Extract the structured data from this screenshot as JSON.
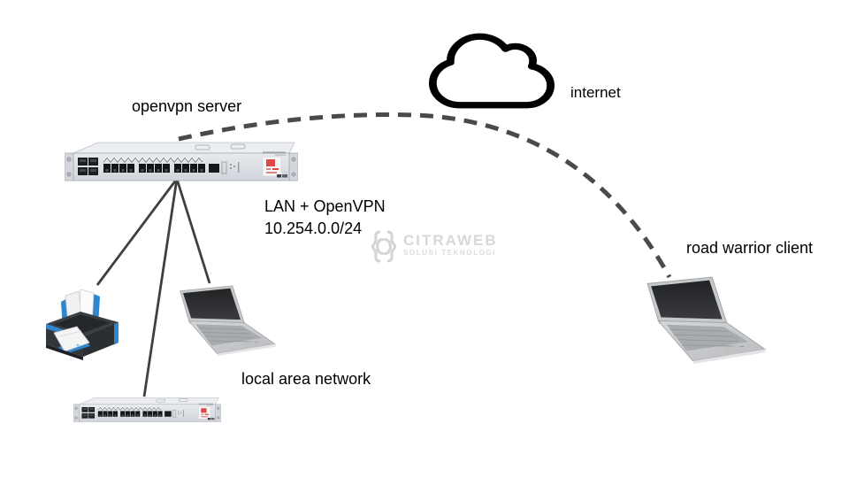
{
  "labels": {
    "openvpn_server": "openvpn server",
    "internet": "internet",
    "lan_line1": "LAN + OpenVPN",
    "lan_line2": "10.254.0.0/24",
    "local_area_network": "local area network",
    "road_warrior_client": "road warrior client"
  },
  "watermark": {
    "brand": "CITRAWEB",
    "tagline": "SOLUSI TEKNOLOGI"
  },
  "colors": {
    "connection_line": "#4a4a4a",
    "cloud_outline": "#000000",
    "router_body": "#dfe2e7",
    "printer_accent": "#2f86cf",
    "watermark_text": "#d8d8d8"
  },
  "nodes": [
    {
      "id": "internet",
      "type": "cloud",
      "label": "internet"
    },
    {
      "id": "openvpn-server",
      "type": "router",
      "label": "openvpn server"
    },
    {
      "id": "lan-switch",
      "type": "switch",
      "label": "local area network"
    },
    {
      "id": "printer",
      "type": "printer",
      "label": ""
    },
    {
      "id": "lan-laptop",
      "type": "laptop",
      "label": ""
    },
    {
      "id": "road-warrior",
      "type": "laptop",
      "label": "road warrior client"
    }
  ],
  "links": [
    {
      "from": "openvpn-server",
      "to": "internet",
      "style": "dashed"
    },
    {
      "from": "internet",
      "to": "road-warrior",
      "style": "dashed"
    },
    {
      "from": "openvpn-server",
      "to": "printer",
      "style": "solid"
    },
    {
      "from": "openvpn-server",
      "to": "lan-laptop",
      "style": "solid"
    },
    {
      "from": "openvpn-server",
      "to": "lan-switch",
      "style": "solid"
    }
  ],
  "annotations": {
    "lan_network_cidr": "10.254.0.0/24"
  }
}
